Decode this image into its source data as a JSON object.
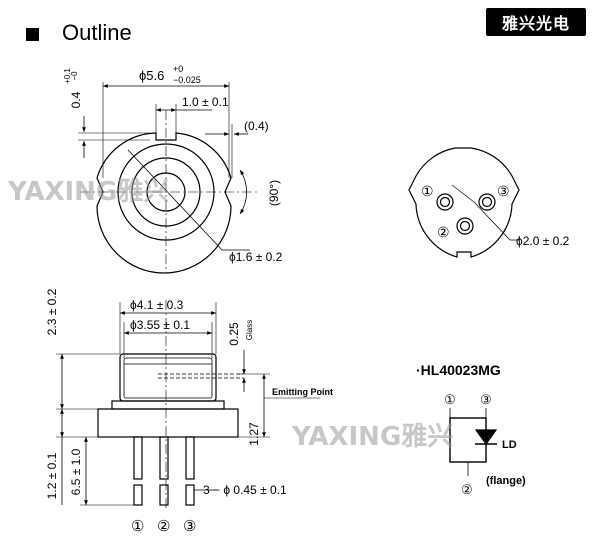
{
  "header": {
    "title": "Outline",
    "brand": "雅兴光电"
  },
  "watermark": {
    "text_left": "YAXING雅兴",
    "text_right": "YAXING雅兴"
  },
  "top_view": {
    "dim_diameter": "ϕ5.6",
    "dim_diameter_tol_plus": "+0",
    "dim_diameter_tol_minus": "−0.025",
    "dim_notch_width": "1.0 ± 0.1",
    "dim_notch_offset": "(0.4)",
    "dim_notch_depth": "0.4",
    "dim_notch_depth_tol_plus": "+0.1",
    "dim_notch_depth_tol_minus": "−0",
    "dim_angle": "(90°)",
    "dim_window": "ϕ1.6 ± 0.2"
  },
  "pin_view": {
    "pin1": "①",
    "pin2": "②",
    "pin3": "③",
    "dim_pin_circle": "ϕ2.0 ± 0.2"
  },
  "side_view": {
    "dim_cap_od": "ϕ4.1 ± 0.3",
    "dim_cap_id": "ϕ3.55 ± 0.1",
    "dim_glass": "0.25",
    "glass_label": "Glass",
    "dim_total_height": "2.3 ± 0.2",
    "emitting_point_label": "Emitting Point",
    "dim_emit_height": "1.27",
    "dim_flange": "1.2 ± 0.1",
    "dim_lead_length": "6.5 ± 1.0",
    "dim_leads": "3 − ϕ 0.45 ± 0.1",
    "pin1": "①",
    "pin2": "②",
    "pin3": "③"
  },
  "schematic": {
    "model": "·HL40023MG",
    "pin1": "①",
    "pin3": "③",
    "pin2": "②",
    "ld_label": "LD",
    "flange_label": "(flange)"
  }
}
